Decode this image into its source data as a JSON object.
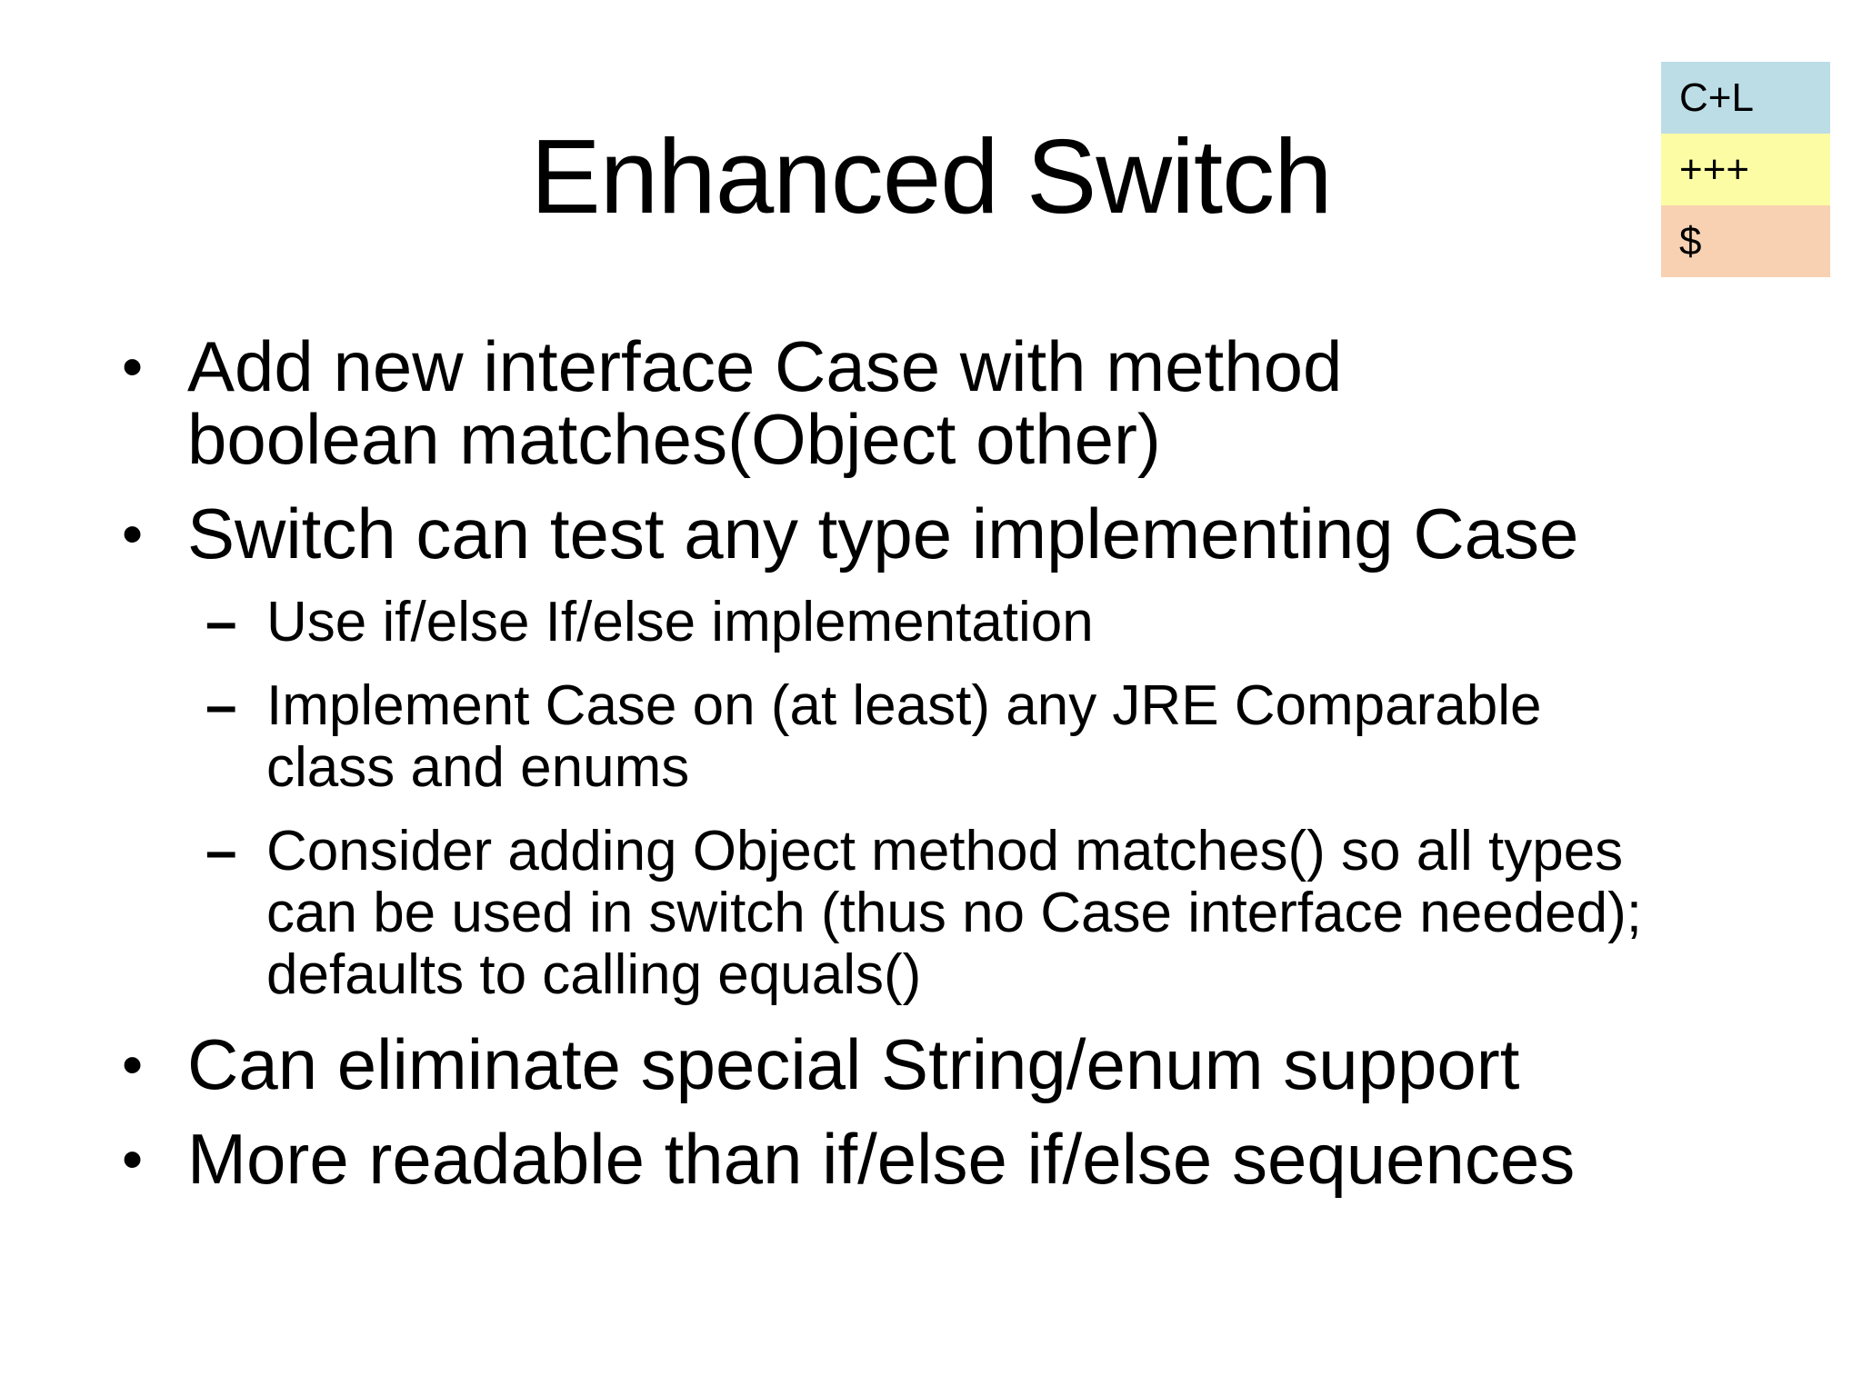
{
  "slide": {
    "title": "Enhanced Switch",
    "colors": {
      "background": "#ffffff",
      "text": "#000000"
    },
    "markers": {
      "level1": "•",
      "level2": "–"
    },
    "legend": [
      {
        "label": "C+L",
        "color": "#bcdde6"
      },
      {
        "label": "+++",
        "color": "#fcfca4"
      },
      {
        "label": "$",
        "color": "#f7d1b2"
      }
    ],
    "bullets": [
      {
        "level": 1,
        "lines": [
          "Add new interface Case with method",
          "boolean matches(Object other)"
        ]
      },
      {
        "level": 1,
        "lines": [
          "Switch can test any type implementing Case"
        ]
      },
      {
        "level": 2,
        "lines": [
          "Use if/else If/else implementation"
        ]
      },
      {
        "level": 2,
        "lines": [
          "Implement Case on (at least) any JRE Comparable",
          "class and enums"
        ]
      },
      {
        "level": 2,
        "lines": [
          "Consider adding Object method matches() so all types",
          "can be used in switch (thus no Case interface needed);",
          "defaults to calling equals()"
        ]
      },
      {
        "level": 1,
        "lines": [
          "Can eliminate special String/enum support"
        ]
      },
      {
        "level": 1,
        "lines": [
          "More readable than if/else if/else sequences"
        ]
      }
    ]
  }
}
